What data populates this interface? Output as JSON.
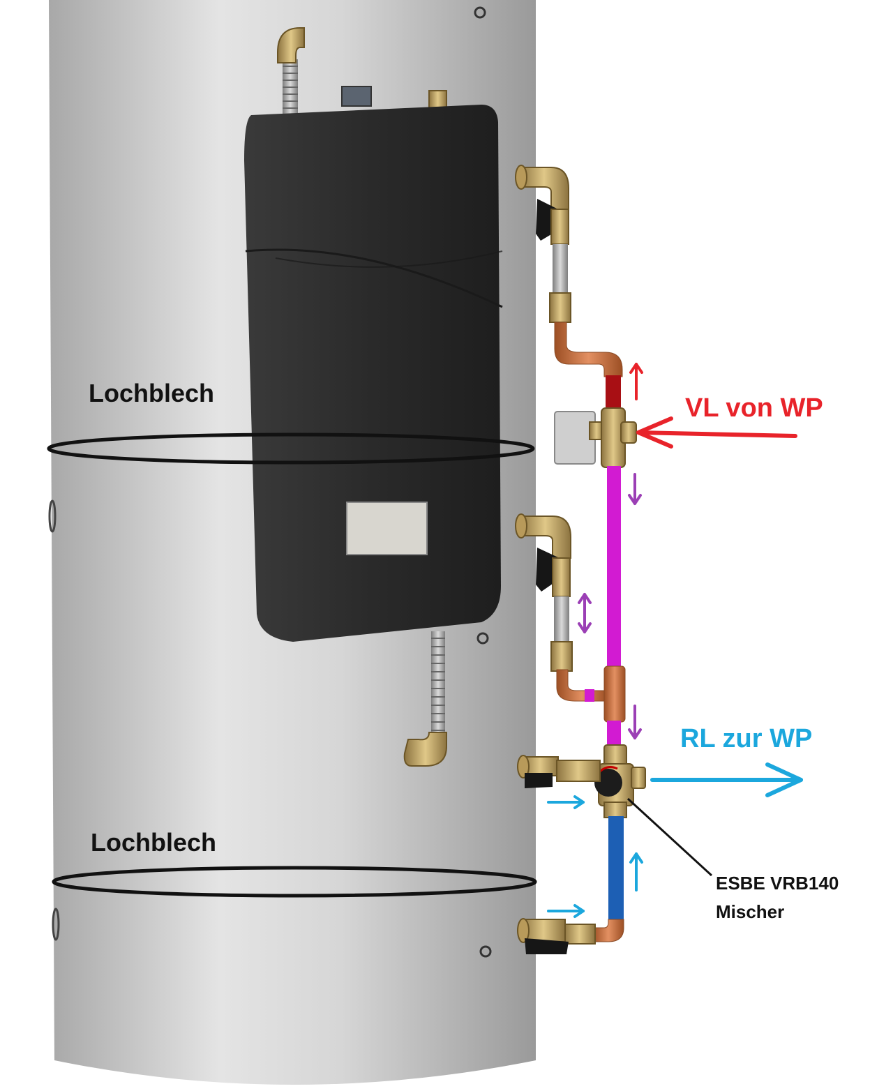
{
  "labels": {
    "lochblech_top": "Lochblech",
    "lochblech_bottom": "Lochblech",
    "vl": "VL von WP",
    "rl": "RL zur WP",
    "esbe_line1": "ESBE VRB140",
    "esbe_line2": "Mischer"
  },
  "colors": {
    "vl": "#e8232a",
    "rl": "#1ba7dd",
    "mix": "#9b3fb5",
    "pipe_red": "#a80f14",
    "pipe_magenta": "#d21bd2",
    "pipe_blue": "#1d5fb4",
    "copper": "#c9723f",
    "brass": "#b89a5a",
    "tank_light": "#e6e6e6",
    "tank_dark": "#9e9e9e",
    "module": "#2c2c2c"
  }
}
